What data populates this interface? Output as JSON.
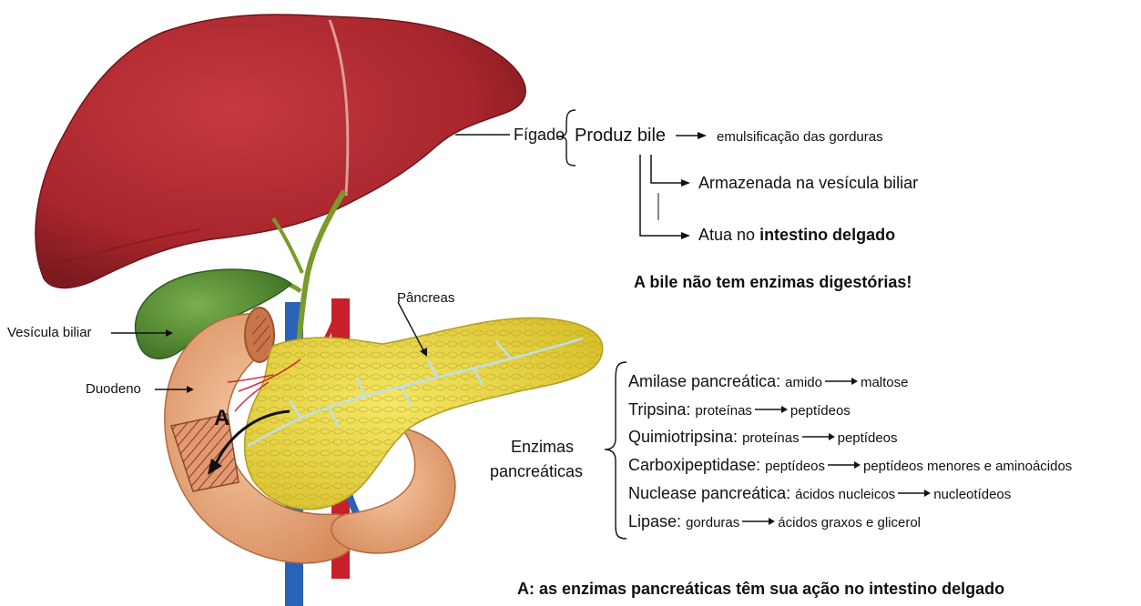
{
  "labels": {
    "figado": "Fígado",
    "vesicula": "Vesícula biliar",
    "duodeno": "Duodeno",
    "pancreas": "Pâncreas",
    "marker_a": "A"
  },
  "liver_info": {
    "produz_bile": "Produz bile",
    "emulsificacao": "emulsificação das gorduras",
    "armazenada": "Armazenada na vesícula biliar",
    "atua_prefix": "Atua no ",
    "atua_bold": "intestino delgado",
    "warning": "A bile não tem enzimas digestórias!"
  },
  "enzymes": {
    "group_label_line1": "Enzimas",
    "group_label_line2": "pancreáticas",
    "items": [
      {
        "name": "Amilase pancreática:",
        "substrate": "amido",
        "product": "maltose"
      },
      {
        "name": "Tripsina:",
        "substrate": "proteínas",
        "product": "peptídeos"
      },
      {
        "name": "Quimiotripsina:",
        "substrate": "proteínas",
        "product": "peptídeos"
      },
      {
        "name": "Carboxipeptidase:",
        "substrate": "peptídeos",
        "product": "peptídeos menores e aminoácidos"
      },
      {
        "name": "Nuclease pancreática:",
        "substrate": "ácidos nucleicos",
        "product": "nucleotídeos"
      },
      {
        "name": "Lipase:",
        "substrate": "gorduras",
        "product": "ácidos graxos e glicerol"
      }
    ]
  },
  "footer": "A: as enzimas pancreáticas têm sua ação no intestino delgado",
  "colors": {
    "liver": "#a8262c",
    "gallbladder": "#4f8a32",
    "duodenum": "#e6a77d",
    "pancreas": "#e6d23c",
    "vein": "#2a62b8",
    "artery": "#c8202a"
  }
}
